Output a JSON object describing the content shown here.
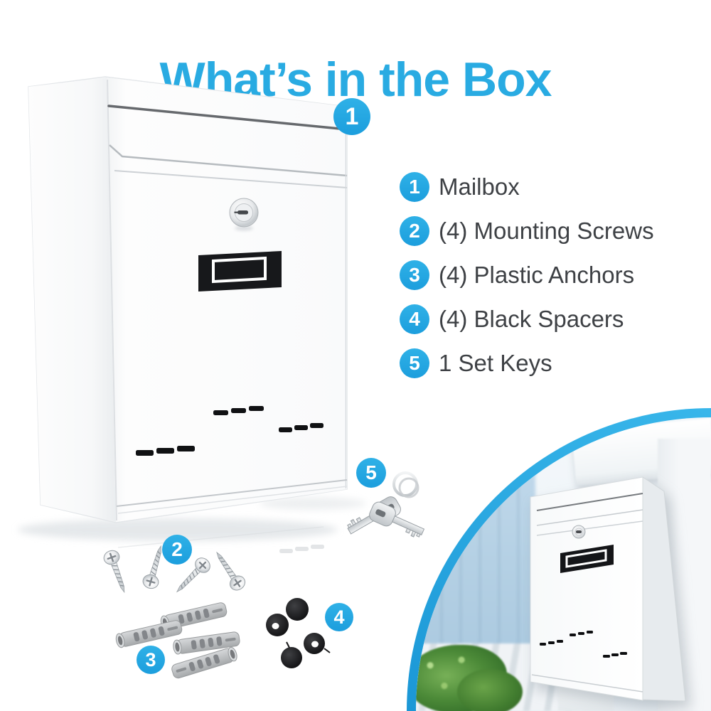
{
  "title": "What’s in the Box",
  "accent_color": "#29abe2",
  "text_color": "#3e4145",
  "legend": {
    "items": [
      {
        "number": "1",
        "label": "Mailbox"
      },
      {
        "number": "2",
        "label": "(4) Mounting Screws"
      },
      {
        "number": "3",
        "label": "(4) Plastic Anchors"
      },
      {
        "number": "4",
        "label": "(4) Black Spacers"
      },
      {
        "number": "5",
        "label": "1 Set Keys"
      }
    ]
  }
}
